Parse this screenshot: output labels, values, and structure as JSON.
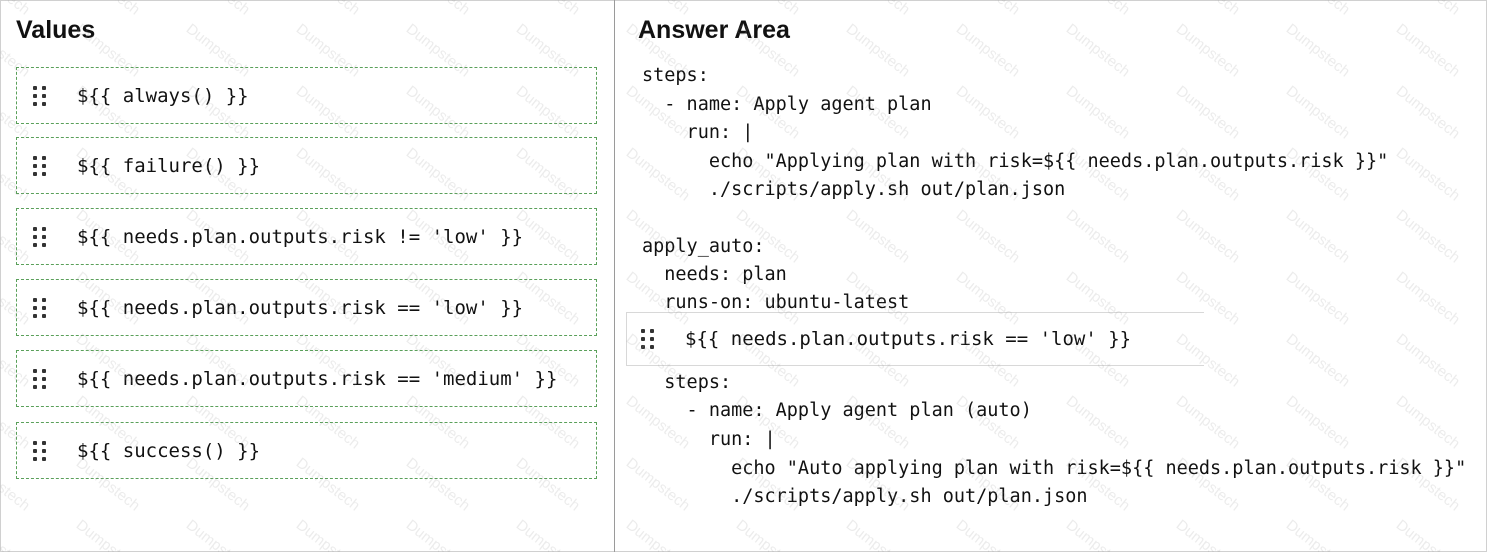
{
  "values_panel": {
    "title": "Values",
    "items": [
      {
        "text": "${{ always() }}"
      },
      {
        "text": "${{ failure() }}"
      },
      {
        "text": "${{ needs.plan.outputs.risk != 'low' }}"
      },
      {
        "text": "${{ needs.plan.outputs.risk == 'low' }}"
      },
      {
        "text": "${{ needs.plan.outputs.risk == 'medium' }}"
      },
      {
        "text": "${{ success() }}"
      }
    ]
  },
  "answer_panel": {
    "title": "Answer Area",
    "code_lines": [
      "steps:",
      "  - name: Apply agent plan",
      "    run: |",
      "      echo \"Applying plan with risk=${{ needs.plan.outputs.risk }}\"",
      "      ./scripts/apply.sh out/plan.json",
      "apply_auto:",
      "  needs: plan",
      "  runs-on: ubuntu-latest",
      "  steps:",
      "    - name: Apply agent plan (auto)",
      "      run: |",
      "        echo \"Auto applying plan with risk=${{ needs.plan.outputs.risk }}\"",
      "        ./scripts/apply.sh out/plan.json"
    ],
    "dropped_value": "${{ needs.plan.outputs.risk == 'low' }}"
  },
  "watermark": "Dumpstech"
}
